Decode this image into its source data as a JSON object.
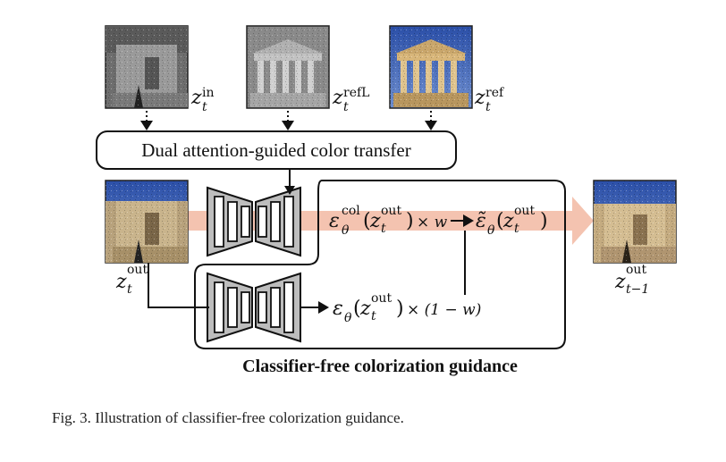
{
  "images": {
    "in_label": "in",
    "refL_label": "refL",
    "ref_label": "ref",
    "out_label": "out",
    "next_label": "out",
    "next_sub": "t−1",
    "var": "z",
    "t": "t"
  },
  "color_transfer_box": {
    "label": "Dual attention-guided color transfer"
  },
  "guidance_box": {
    "title": "Classifier-free colorization guidance",
    "eps_col": "ε",
    "col_sup": "col",
    "theta": "θ",
    "times_w": "× w",
    "eps_tilde": "ε̃",
    "eps": "ε",
    "times_1_minus_w": "× (1 − w)"
  },
  "caption": {
    "prefix": "Fig. 3.",
    "text": "Illustration of classifier-free colorization guidance."
  },
  "colors": {
    "pink_arrow": "#f4c3b0",
    "network_fill": "#bdbdbd",
    "sky_blue": "#3a5fb0",
    "stone": "#c8b48c"
  }
}
